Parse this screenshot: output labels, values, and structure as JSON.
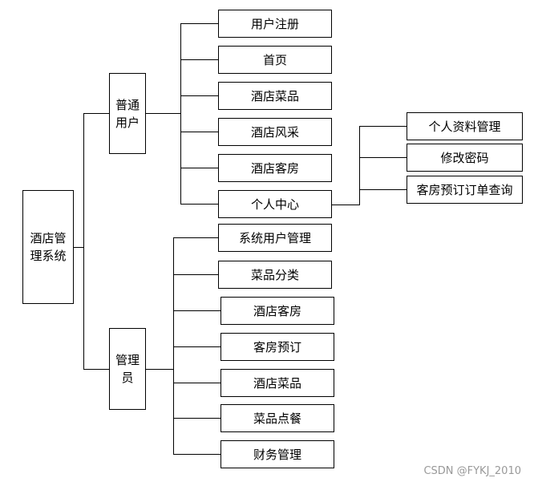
{
  "root": {
    "label": "酒店管理系统"
  },
  "user_group": {
    "label": "普通用户",
    "items": [
      "用户注册",
      "首页",
      "酒店菜品",
      "酒店风采",
      "酒店客房",
      "个人中心"
    ],
    "personal_center_items": [
      "个人资料管理",
      "修改密码",
      "客房预订订单查询"
    ]
  },
  "admin_group": {
    "label": "管理员",
    "items": [
      "系统用户管理",
      "菜品分类",
      "酒店客房",
      "客房预订",
      "酒店菜品",
      "菜品点餐",
      "财务管理"
    ]
  },
  "watermark": "CSDN @FYKJ_2010"
}
